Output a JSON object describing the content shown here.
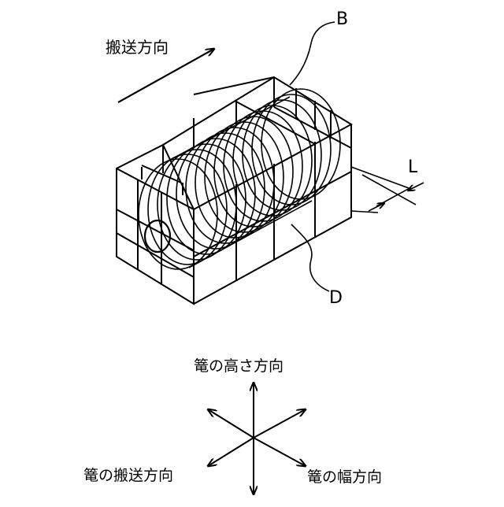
{
  "figure": {
    "conveyance_label": "搬送方向",
    "ref_B": "B",
    "ref_D": "D",
    "ref_L": "L"
  },
  "axes_legend": {
    "height_label": "篭の高さ方向",
    "conveyance_label": "篭の搬送方向",
    "width_label": "篭の幅方向"
  }
}
